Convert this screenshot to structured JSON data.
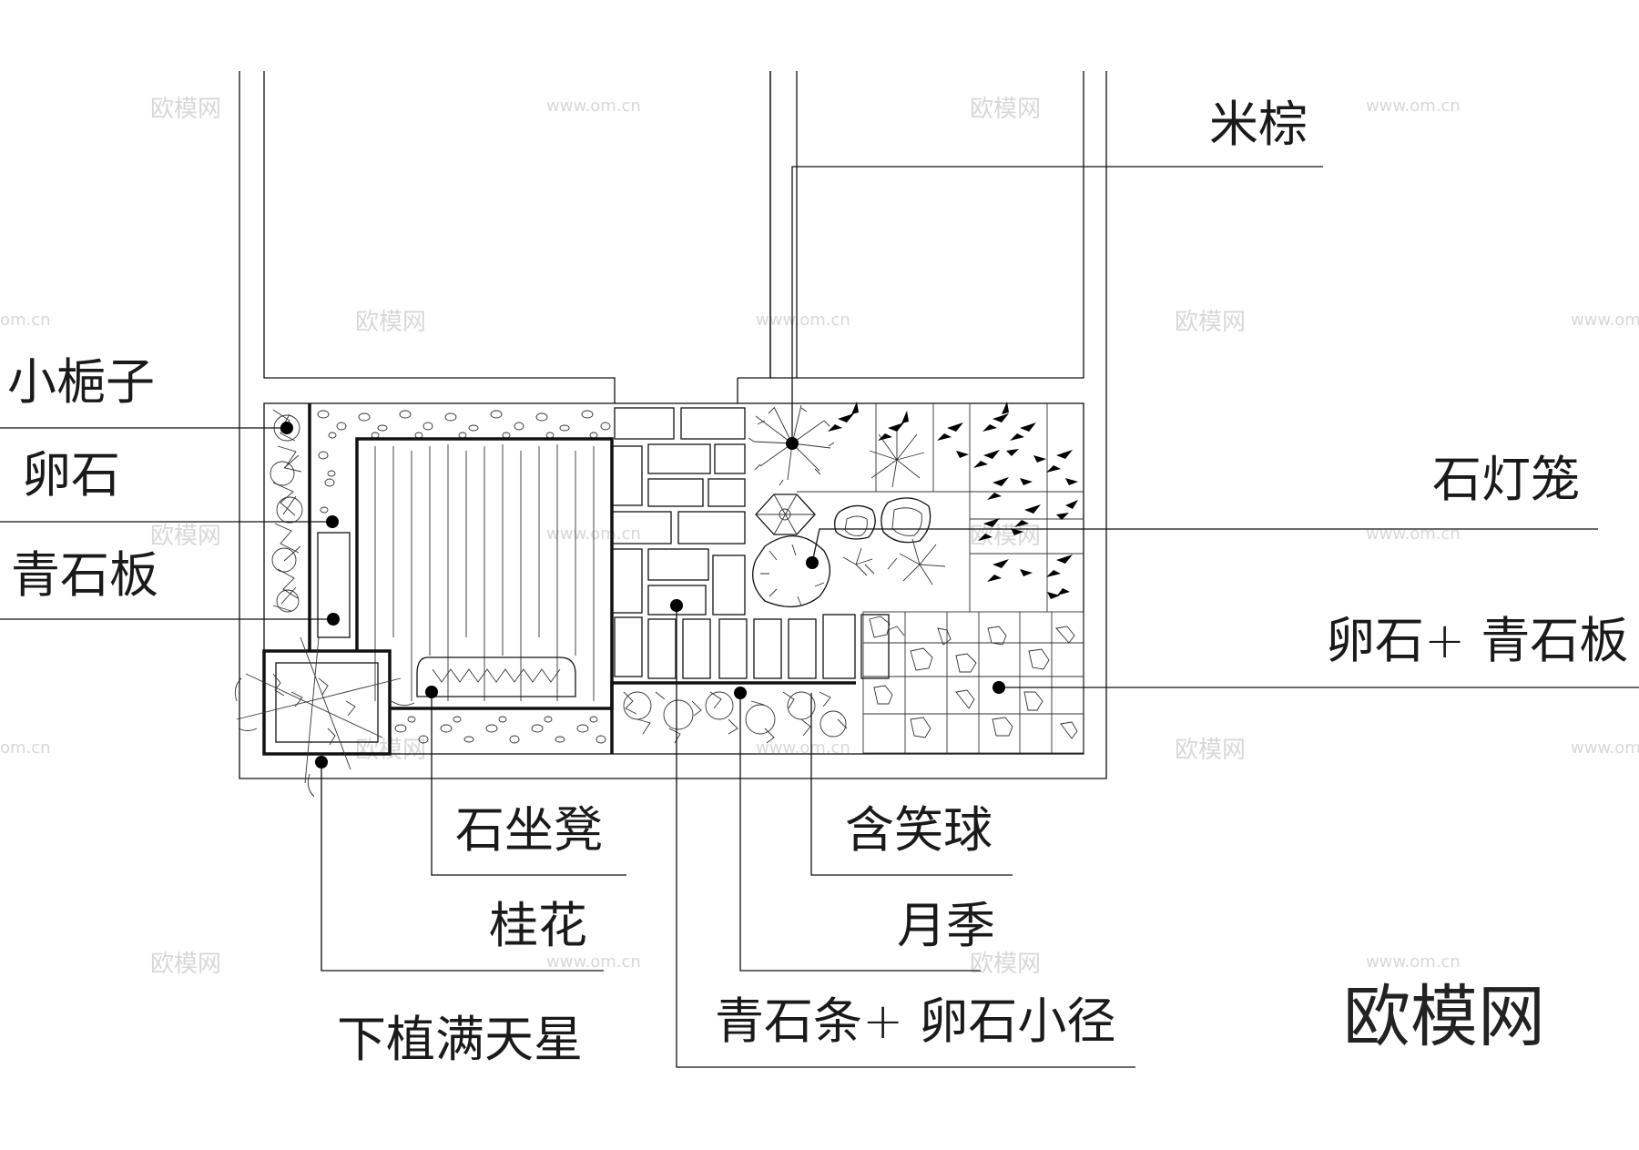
{
  "labels": {
    "mi_zong": "米棕",
    "xiao_zhizi": "小梔子",
    "luan_shi": "卵石",
    "qing_shi_ban": "青石板",
    "shi_deng_long": "石灯笼",
    "luan_shi_qing_shi_ban": "卵石+ 青石板",
    "shi_zuo_deng": "石坐凳",
    "gui_hua": "桂花",
    "xia_zhi_man_tian_xing": "下植满天星",
    "han_xiao_qiu": "含笑球",
    "yue_ji": "月季",
    "qing_shi_tiao_luan_shi_xiao_jing": "青石条+ 卵石小径"
  },
  "watermark": {
    "cn": "欧模网",
    "url": "www.om.cn",
    "url_partial": "om.cn"
  },
  "brand": "欧模网"
}
